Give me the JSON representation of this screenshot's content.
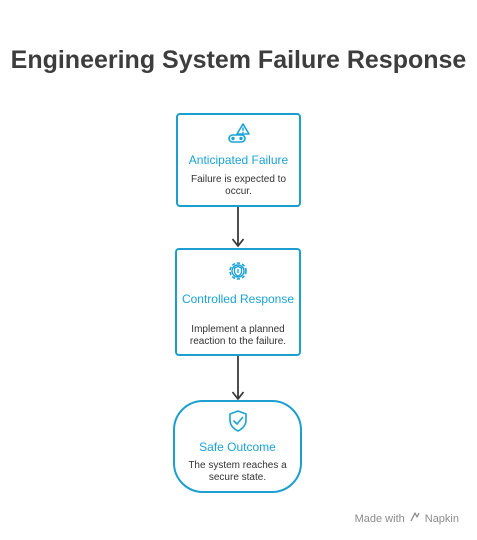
{
  "title": "Engineering System Failure Response",
  "nodes": [
    {
      "title": "Anticipated Failure",
      "description": "Failure is expected to occur.",
      "icon": "warning-robot-icon"
    },
    {
      "title": "Controlled Response",
      "description": "Implement a planned reaction to the failure.",
      "icon": "shield-gear-icon"
    },
    {
      "title": "Safe Outcome",
      "description": "The system reaches a secure state.",
      "icon": "shield-check-icon"
    }
  ],
  "watermark": {
    "prefix": "Made with",
    "brand": "Napkin"
  },
  "colors": {
    "accent": "#1ba3d6",
    "border": "#1c9fd0",
    "title": "#3d3d3d",
    "arrow": "#3a3a3a"
  }
}
